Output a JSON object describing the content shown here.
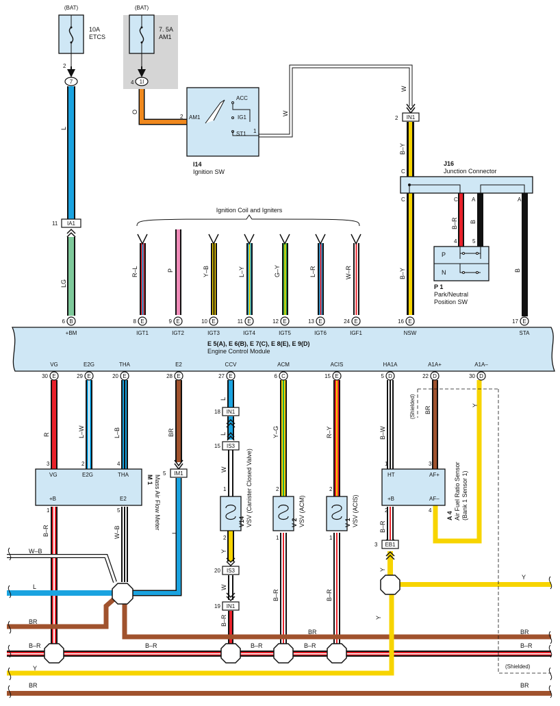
{
  "colors": {
    "L": "#1aa3e0",
    "LG": "#7ec99a",
    "O": "#f0891e",
    "P": "#f08cb9",
    "Y": "#f7d400",
    "G": "#22a847",
    "R": "#e8212a",
    "BR": "#a0522d",
    "B": "#111111",
    "W": "#ffffff",
    "box": "#cfe7f5",
    "shade": "#d5d5d5"
  },
  "top": {
    "fuse1": {
      "source": "(BAT)",
      "rating": "10A",
      "name": "ETCS",
      "pin": "2",
      "conn": "7"
    },
    "fuse2": {
      "source": "(BAT)",
      "rating": "7. 5A",
      "name": "AM1",
      "pin": "4",
      "conn": "1I"
    },
    "ignition": {
      "id": "I14",
      "name": "Ignition SW",
      "terminals": [
        "ACC",
        "IG1",
        "ST1"
      ],
      "am1": "AM1",
      "pin_am1": "2",
      "pin_st1": "1"
    },
    "wire_o": "O",
    "wire_w1": "W",
    "wire_w2": "W",
    "in1_top": {
      "pin": "2",
      "label": "IN1"
    },
    "wire_l": "L",
    "ia1": {
      "pin": "11",
      "label": "IA1"
    },
    "wire_lg": "LG",
    "junction": {
      "id": "J16",
      "name": "Junction Connector",
      "c1": "C",
      "c2": "C",
      "a1": "A",
      "a2": "A"
    },
    "by1": "B–Y",
    "by2": "B–Y",
    "c_top": "C",
    "c_bot": "C",
    "br_p1": "B–R",
    "b_p1": "B",
    "b_right": "B",
    "p1": {
      "id": "P 1",
      "name1": "Park/Neutral",
      "name2": "Position SW",
      "p": "P",
      "n": "N",
      "pin4": "4",
      "pin5": "5"
    },
    "coil_title": "Ignition Coil and Igniters",
    "coil_wires": [
      "R–L",
      "P",
      "Y–B",
      "L–Y",
      "G–Y",
      "L–R",
      "W–R"
    ]
  },
  "ecm": {
    "title": "E 5(A), E 6(B), E 7(C), E 8(E), E 9(D)",
    "name": "Engine Control Module",
    "top_terms": [
      {
        "pin": "6",
        "conn": "B",
        "name": "+BM"
      },
      {
        "pin": "8",
        "conn": "E",
        "name": "IGT1"
      },
      {
        "pin": "9",
        "conn": "E",
        "name": "IGT2"
      },
      {
        "pin": "10",
        "conn": "E",
        "name": "IGT3"
      },
      {
        "pin": "11",
        "conn": "E",
        "name": "IGT4"
      },
      {
        "pin": "12",
        "conn": "E",
        "name": "IGT5"
      },
      {
        "pin": "13",
        "conn": "E",
        "name": "IGT6"
      },
      {
        "pin": "24",
        "conn": "E",
        "name": "IGF1"
      },
      {
        "pin": "16",
        "conn": "E",
        "name": "NSW"
      },
      {
        "pin": "17",
        "conn": "E",
        "name": "STA"
      }
    ],
    "bottom_terms": [
      {
        "pin": "30",
        "conn": "E",
        "name": "VG"
      },
      {
        "pin": "29",
        "conn": "E",
        "name": "E2G"
      },
      {
        "pin": "20",
        "conn": "E",
        "name": "THA"
      },
      {
        "pin": "28",
        "conn": "E",
        "name": "E2"
      },
      {
        "pin": "27",
        "conn": "E",
        "name": "CCV"
      },
      {
        "pin": "6",
        "conn": "C",
        "name": "ACM"
      },
      {
        "pin": "15",
        "conn": "E",
        "name": "ACIS"
      },
      {
        "pin": "5",
        "conn": "D",
        "name": "HA1A"
      },
      {
        "pin": "22",
        "conn": "D",
        "name": "A1A+"
      },
      {
        "pin": "30",
        "conn": "D",
        "name": "A1A–"
      }
    ]
  },
  "lower": {
    "wires": {
      "r": "R",
      "lw": "L–W",
      "lb": "L–B",
      "br": "BR",
      "l1": "L",
      "l2": "L",
      "yg": "Y–G",
      "ry": "R–Y",
      "bw": "B–W",
      "br2": "BR",
      "y": "Y",
      "shielded": "(Shielded)"
    },
    "in1_a": {
      "pin": "18",
      "label": "IN1"
    },
    "is3_a": {
      "pin": "15",
      "label": "IS3"
    },
    "im1": {
      "pin": "5",
      "label": "IM1"
    },
    "maf": {
      "id": "M 1",
      "name": "Mass Air Flow Meter",
      "t_vg": "VG",
      "t_e2g": "E2G",
      "t_tha": "THA",
      "t_b": "+B",
      "t_e2": "E2",
      "p3": "3",
      "p2": "2",
      "p4": "4",
      "p1": "1",
      "p5": "5",
      "w_br": "B–R",
      "w_wb": "W–B",
      "w_l": "L"
    },
    "v14": {
      "id": "V14",
      "name": "VSV (Canister Closed Valve)",
      "p1": "1",
      "p2": "2"
    },
    "v2": {
      "id": "V 2",
      "name": "VSV (ACM)",
      "p1": "1",
      "p2": "2"
    },
    "v1": {
      "id": "V 1",
      "name": "VSV (ACIS)",
      "p1": "1",
      "p2": "2"
    },
    "af": {
      "id": "A 4",
      "name1": "Air Fuel Ratio Sensor",
      "name2": "(Bank 1 Sensor 1)",
      "ht": "HT",
      "afp": "AF+",
      "b": "+B",
      "afm": "AF–",
      "p1": "1",
      "p3": "3",
      "p2": "2",
      "p4": "4"
    },
    "v14_w": {
      "w": "W",
      "y": "Y",
      "w2": "W",
      "br": "B–R"
    },
    "is3_b": {
      "pin": "20",
      "label": "IS3"
    },
    "in1_b": {
      "pin": "19",
      "label": "IN1"
    },
    "eb1": {
      "pin": "3",
      "label": "EB1"
    },
    "vsv_br": {
      "a": "B–R",
      "b": "B–R"
    },
    "hb_br": "B–R",
    "af_y": "Y"
  },
  "buses": {
    "wb": "W–B",
    "l": "L",
    "br1": "BR",
    "br1b": "BR",
    "br1c": "BR",
    "br2a": "B–R",
    "br2b": "B–R",
    "br2c": "B–R",
    "br2d": "B–R",
    "br2e": "B–R",
    "y1": "Y",
    "y2": "Y",
    "y3": "Y",
    "shielded": "(Shielded)",
    "br3a": "BR",
    "br3b": "BR"
  }
}
